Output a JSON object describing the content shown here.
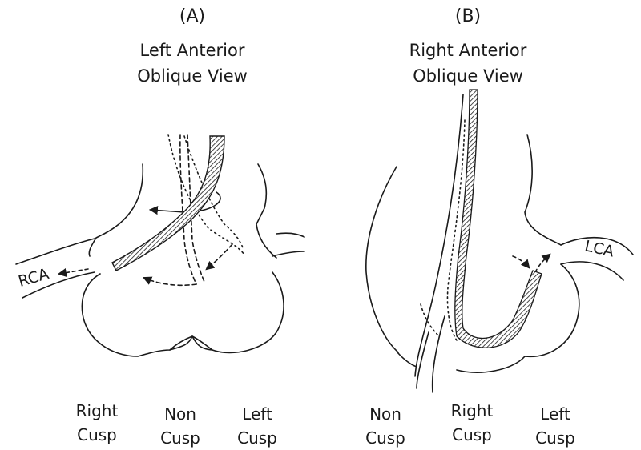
{
  "panel_a": {
    "letter": "(A)",
    "title_line1": "Left Anterior",
    "title_line2": "Oblique View",
    "artery_label": "RCA",
    "cusps": [
      {
        "line1": "Right",
        "line2": "Cusp"
      },
      {
        "line1": "Non",
        "line2": "Cusp"
      },
      {
        "line1": "Left",
        "line2": "Cusp"
      }
    ]
  },
  "panel_b": {
    "letter": "(B)",
    "title_line1": "Right Anterior",
    "title_line2": "Oblique View",
    "artery_label": "LCA",
    "cusps": [
      {
        "line1": "Non",
        "line2": "Cusp"
      },
      {
        "line1": "Right",
        "line2": "Cusp"
      },
      {
        "line1": "Left",
        "line2": "Cusp"
      }
    ]
  }
}
